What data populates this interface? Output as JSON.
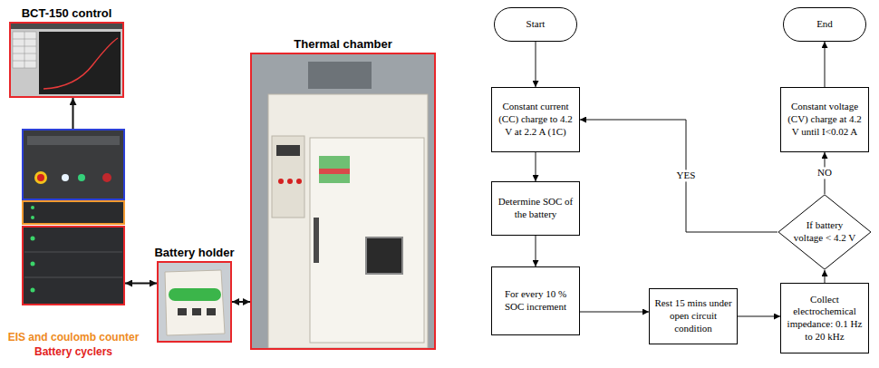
{
  "diagram": {
    "nodes": [
      {
        "text": [
          "BCT-150 control"
        ]
      },
      {
        "text": [
          "EIS and coulomb counter",
          "Battery cyclers"
        ]
      },
      {
        "text": [
          "Battery holder"
        ]
      },
      {
        "text": [
          "Thermal chamber"
        ]
      },
      {
        "text": [
          "Start"
        ]
      },
      {
        "text": [
          "Constant current (CC) charge to 4.2 V at 2.2 A (1C)"
        ]
      },
      {
        "text": [
          "Determine SOC of the battery"
        ]
      },
      {
        "text": [
          "For every 10 % SOC increment"
        ]
      },
      {
        "text": [
          "Rest 15 mins under open circuit condition"
        ]
      },
      {
        "text": [
          "Collect electrochemical impedance: 0.1 Hz to 20 kHz"
        ]
      },
      {
        "text": [
          "If battery voltage < 4.2 V"
        ]
      },
      {
        "text": [
          "Constant voltage (CV) charge at 4.2 V until I<0.02 A"
        ]
      },
      {
        "text": [
          "End"
        ]
      }
    ],
    "edges": [
      {
        "from": 1,
        "to": 0,
        "arrow": "to"
      },
      {
        "from": 1,
        "to": 2,
        "arrow": "both"
      },
      {
        "from": 2,
        "to": 3,
        "arrow": "both"
      },
      {
        "from": 4,
        "to": 5,
        "arrow": "to"
      },
      {
        "from": 5,
        "to": 6,
        "arrow": "to"
      },
      {
        "from": 6,
        "to": 7,
        "arrow": "to"
      },
      {
        "from": 7,
        "to": 8,
        "arrow": "to"
      },
      {
        "from": 8,
        "to": 9,
        "arrow": "to"
      },
      {
        "from": 9,
        "to": 10,
        "arrow": "to"
      },
      {
        "from": 10,
        "to": 5,
        "label": "YES",
        "arrow": "to"
      },
      {
        "from": 10,
        "to": 11,
        "label": "NO",
        "arrow": "to"
      },
      {
        "from": 11,
        "to": 12,
        "arrow": "to"
      }
    ]
  }
}
